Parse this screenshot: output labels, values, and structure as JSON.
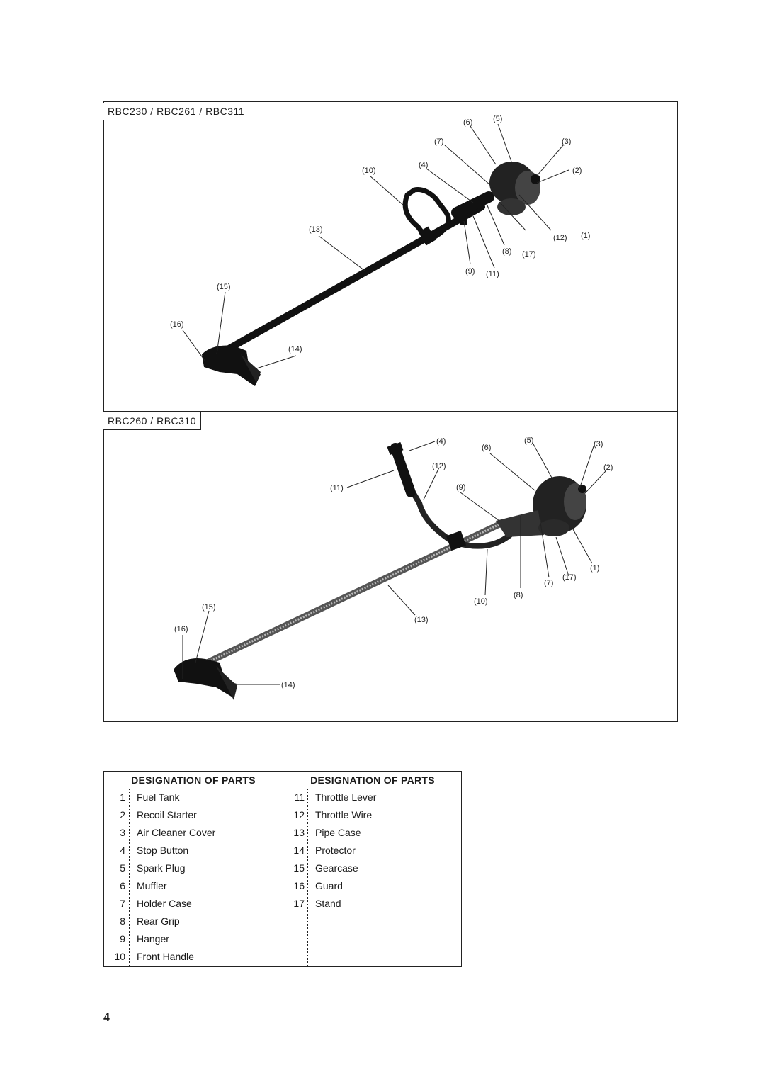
{
  "figures": {
    "top_label": "RBC230 / RBC261 / RBC311",
    "bottom_label": "RBC260 / RBC310"
  },
  "callouts_top": [
    "(1)",
    "(2)",
    "(3)",
    "(4)",
    "(5)",
    "(6)",
    "(7)",
    "(8)",
    "(9)",
    "(10)",
    "(11)",
    "(12)",
    "(13)",
    "(14)",
    "(15)",
    "(16)",
    "(17)"
  ],
  "callouts_bottom": [
    "(1)",
    "(2)",
    "(3)",
    "(4)",
    "(5)",
    "(6)",
    "(7)",
    "(8)",
    "(9)",
    "(10)",
    "(11)",
    "(12)",
    "(13)",
    "(14)",
    "(15)",
    "(16)",
    "(17)"
  ],
  "parts_table": {
    "header_left": "DESIGNATION OF PARTS",
    "header_right": "DESIGNATION OF PARTS",
    "left": [
      {
        "num": "1",
        "name": "Fuel Tank"
      },
      {
        "num": "2",
        "name": "Recoil Starter"
      },
      {
        "num": "3",
        "name": "Air Cleaner Cover"
      },
      {
        "num": "4",
        "name": "Stop Button"
      },
      {
        "num": "5",
        "name": "Spark Plug"
      },
      {
        "num": "6",
        "name": "Muffler"
      },
      {
        "num": "7",
        "name": "Holder Case"
      },
      {
        "num": "8",
        "name": "Rear Grip"
      },
      {
        "num": "9",
        "name": "Hanger"
      },
      {
        "num": "10",
        "name": "Front Handle"
      }
    ],
    "right": [
      {
        "num": "11",
        "name": "Throttle Lever"
      },
      {
        "num": "12",
        "name": "Throttle Wire"
      },
      {
        "num": "13",
        "name": "Pipe Case"
      },
      {
        "num": "14",
        "name": "Protector"
      },
      {
        "num": "15",
        "name": "Gearcase"
      },
      {
        "num": "16",
        "name": "Guard"
      },
      {
        "num": "17",
        "name": "Stand"
      }
    ]
  },
  "page_number": "4"
}
